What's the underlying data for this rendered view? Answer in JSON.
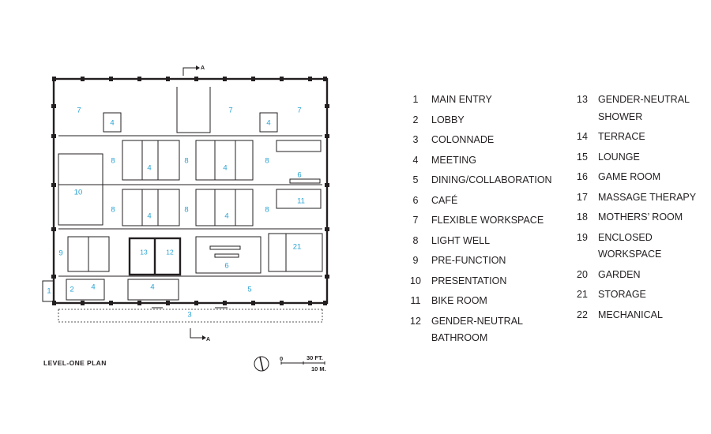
{
  "plan_title": "LEVEL-ONE PLAN",
  "section_marker": "A",
  "scale": {
    "zero": "0",
    "feet": "30 FT.",
    "meters": "10 M."
  },
  "legend": [
    {
      "num": "1",
      "label": "MAIN ENTRY"
    },
    {
      "num": "2",
      "label": "LOBBY"
    },
    {
      "num": "3",
      "label": "COLONNADE"
    },
    {
      "num": "4",
      "label": "MEETING"
    },
    {
      "num": "5",
      "label": "DINING/COLLABORATION"
    },
    {
      "num": "6",
      "label": "CAFÉ"
    },
    {
      "num": "7",
      "label": "FLEXIBLE WORKSPACE"
    },
    {
      "num": "8",
      "label": "LIGHT WELL"
    },
    {
      "num": "9",
      "label": "PRE-FUNCTION"
    },
    {
      "num": "10",
      "label": "PRESENTATION"
    },
    {
      "num": "11",
      "label": "BIKE ROOM"
    },
    {
      "num": "12",
      "label": "GENDER-NEUTRAL BATHROOM"
    },
    {
      "num": "13",
      "label": "GENDER-NEUTRAL SHOWER"
    },
    {
      "num": "14",
      "label": "TERRACE"
    },
    {
      "num": "15",
      "label": "LOUNGE"
    },
    {
      "num": "16",
      "label": "GAME ROOM"
    },
    {
      "num": "17",
      "label": "MASSAGE THERAPY"
    },
    {
      "num": "18",
      "label": "MOTHERS’ ROOM"
    },
    {
      "num": "19",
      "label": "ENCLOSED WORKSPACE"
    },
    {
      "num": "20",
      "label": "GARDEN"
    },
    {
      "num": "21",
      "label": "STORAGE"
    },
    {
      "num": "22",
      "label": "MECHANICAL"
    }
  ],
  "room_tags": [
    "7",
    "7",
    "7",
    "4",
    "4",
    "8",
    "4",
    "8",
    "4",
    "8",
    "10",
    "6",
    "8",
    "4",
    "8",
    "4",
    "8",
    "11",
    "9",
    "13",
    "12",
    "21",
    "6",
    "1",
    "2",
    "4",
    "4",
    "5",
    "3"
  ],
  "colors": {
    "room_tag": "#29a3d4",
    "ink": "#231f20"
  }
}
